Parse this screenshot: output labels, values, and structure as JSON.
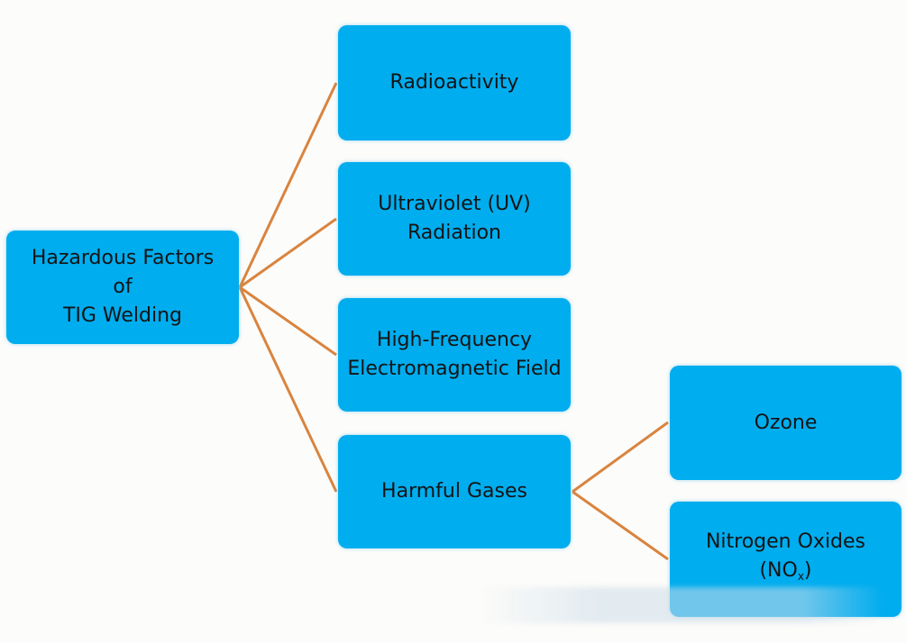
{
  "diagram": {
    "root": {
      "label": "Hazardous Factors\nof\nTIG Welding"
    },
    "factors": [
      {
        "label": "Radioactivity"
      },
      {
        "label": "Ultraviolet (UV)\nRadiation"
      },
      {
        "label": "High-Frequency\nElectromagnetic Field"
      },
      {
        "label": "Harmful Gases"
      }
    ],
    "gases": [
      {
        "label": "Ozone"
      },
      {
        "label_main": "Nitrogen Oxides",
        "label_formula": "(NO",
        "label_subscript": "x",
        "label_close": ")"
      }
    ],
    "colors": {
      "node_fill": "#00adef",
      "connector": "#d9843f",
      "background": "#fcfcfa",
      "text": "#141414"
    }
  }
}
